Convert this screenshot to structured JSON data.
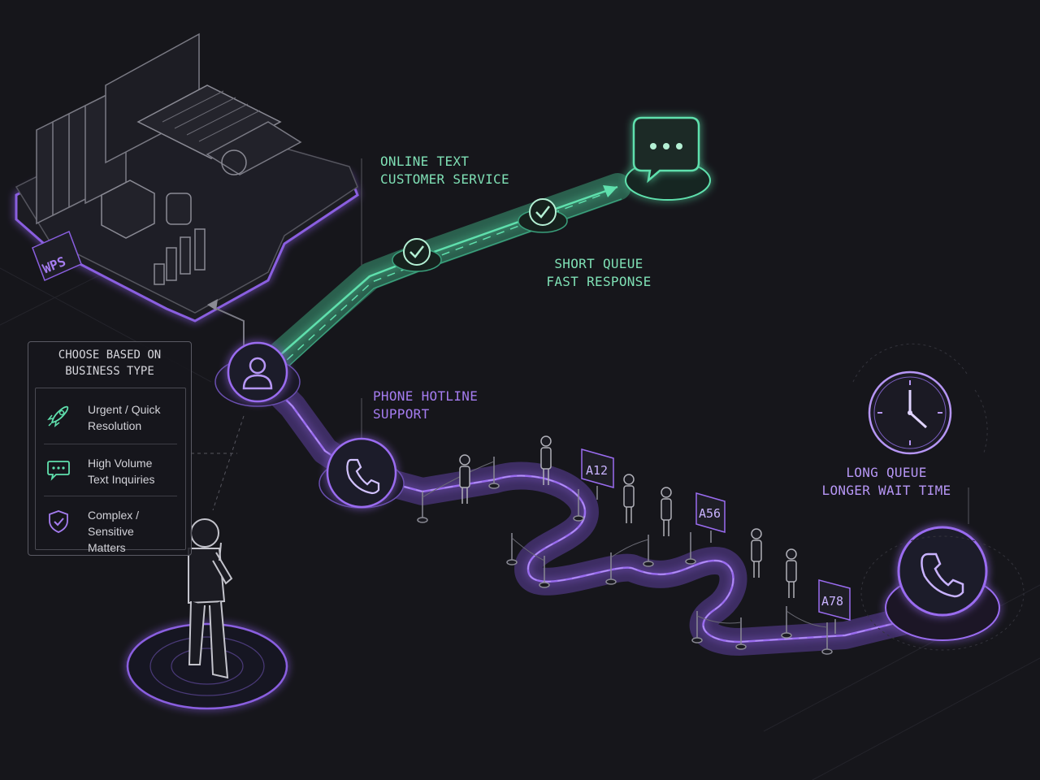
{
  "brand": {
    "logo_text": "WPS"
  },
  "online_channel": {
    "title_line1": "ONLINE TEXT",
    "title_line2": "CUSTOMER SERVICE",
    "note_line1": "SHORT QUEUE",
    "note_line2": "FAST RESPONSE",
    "icon": "chat-bubble-icon",
    "color": "#5fe0ad"
  },
  "phone_channel": {
    "title_line1": "PHONE HOTLINE",
    "title_line2": "SUPPORT",
    "note_line1": "LONG QUEUE",
    "note_line2": "LONGER WAIT TIME",
    "icon": "phone-icon",
    "color": "#9a6cf0",
    "tickets": [
      "A12",
      "A56",
      "A78"
    ]
  },
  "decision": {
    "title_line1": "CHOOSE BASED ON",
    "title_line2": "BUSINESS TYPE",
    "options": [
      {
        "icon": "rocket-icon",
        "label": "Urgent / Quick\nResolution"
      },
      {
        "icon": "chat-bubble-icon",
        "label": "High Volume\nText Inquiries"
      },
      {
        "icon": "shield-check-icon",
        "label": "Complex / Sensitive\nMatters"
      }
    ]
  },
  "colors": {
    "background": "#16161b",
    "line": "#55555e",
    "green": "#5fe0ad",
    "purple": "#9a6cf0"
  }
}
